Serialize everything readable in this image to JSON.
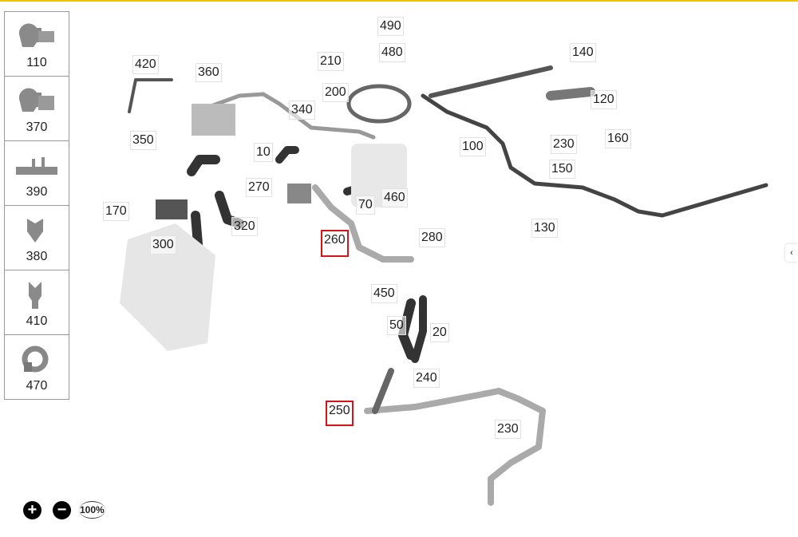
{
  "sidebar": {
    "items": [
      {
        "label": "110"
      },
      {
        "label": "370"
      },
      {
        "label": "390"
      },
      {
        "label": "380"
      },
      {
        "label": "410"
      },
      {
        "label": "470"
      }
    ]
  },
  "callouts": {
    "c490": "490",
    "c480": "480",
    "c210": "210",
    "c200": "200",
    "c420": "420",
    "c360": "360",
    "c340": "340",
    "c350": "350",
    "c10": "10",
    "c270": "270",
    "c460": "460",
    "c70": "70",
    "c170": "170",
    "c320": "320",
    "c300": "300",
    "c260": "260",
    "c280": "280",
    "c450": "450",
    "c50": "50",
    "c20": "20",
    "c240": "240",
    "c250": "250",
    "c230b": "230",
    "c140": "140",
    "c120": "120",
    "c160": "160",
    "c100": "100",
    "c230a": "230",
    "c150": "150",
    "c130": "130"
  },
  "controls": {
    "zoom_in": "+",
    "zoom_out": "−",
    "zoom_reset": "100%",
    "collapse": "‹"
  },
  "colors": {
    "highlight": "#d3151b",
    "accent": "#f2c200"
  }
}
